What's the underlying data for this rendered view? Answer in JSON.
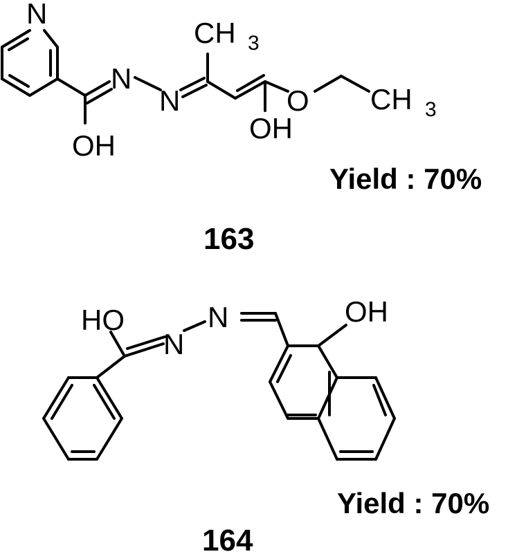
{
  "compounds": [
    {
      "number": "163",
      "yield_text": "Yield : 70%",
      "atom_labels": {
        "pyridine_n": "N",
        "hydrazide_n1": "N",
        "hydrazide_n2": "N",
        "oh_amide": "OH",
        "methyl_c": "CH",
        "methyl_sub": "3",
        "enol_oh": "OH",
        "ether_o": "O",
        "ethyl_c": "CH",
        "ethyl_sub": "3"
      }
    },
    {
      "number": "164",
      "yield_text": "Yield : 70%",
      "atom_labels": {
        "oh_amide": "HO",
        "hydrazide_n1": "N",
        "hydrazide_n2": "N",
        "naphthol_oh": "OH"
      }
    }
  ]
}
